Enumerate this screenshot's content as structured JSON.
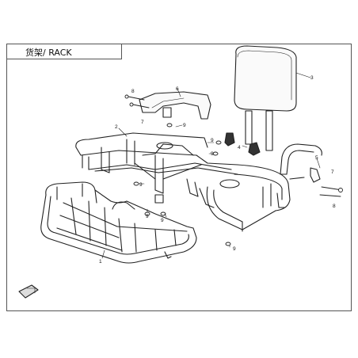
{
  "title": "货架/ RACK",
  "callouts": {
    "c1": "1",
    "c2": "2",
    "c3": "3",
    "c4": "4",
    "c5": "5",
    "c6": "6",
    "c7a": "7",
    "c7b": "7",
    "c8a": "8",
    "c8b": "8",
    "c9a": "9",
    "c9b": "9",
    "c9c": "9",
    "c9d": "9",
    "c9e": "9",
    "c9f": "9",
    "c9g": "9"
  }
}
